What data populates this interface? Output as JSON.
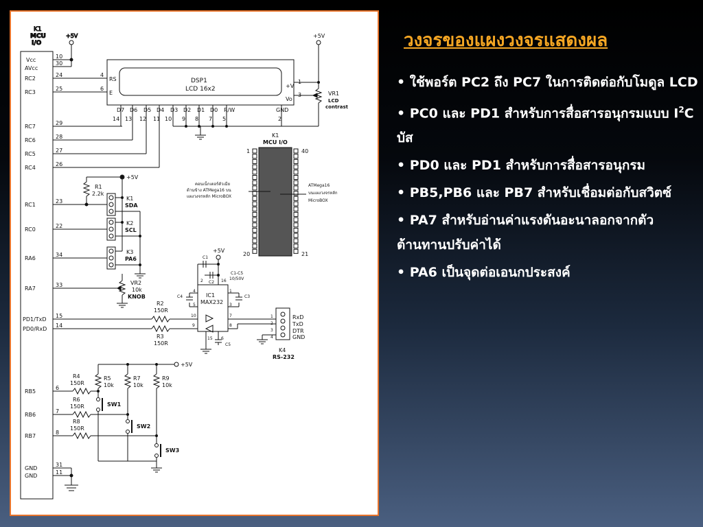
{
  "slide": {
    "title": "วงจรของแผงวงจรแสดงผล",
    "bullets": [
      {
        "text": "• ใช้พอร์ต PC2 ถึง PC7 ในการติดต่อกับโมดูล LCD"
      },
      {
        "pre": "• PC0 และ PD1 สำหรับการสื่อสารอนุกรมแบบ I",
        "sup": "2",
        "post": "C บัส"
      },
      {
        "text": "• PD0 และ PD1 สำหรับการสื่อสารอนุกรม"
      },
      {
        "text": "• PB5,PB6 และ PB7 สำหรับเชื่อมต่อกับสวิตซ์"
      },
      {
        "text": "• PA7 สำหรับอ่านค่าแรงดันอะนาลอกจากตัวต้านทานปรับค่าได้"
      },
      {
        "text": "• PA6 เป็นจุดต่อเอนกประสงค์"
      }
    ]
  },
  "schematic": {
    "mcu": {
      "ref": "K1",
      "name1": "MCU",
      "name2": "I/O"
    },
    "vcc_labels": [
      "+5V",
      "+5V",
      "+5V",
      "+5V",
      "+5V"
    ],
    "mcu_pins": [
      {
        "name": "Vcc",
        "num": "10"
      },
      {
        "name": "AVcc",
        "num": "30"
      },
      {
        "name": "RC2",
        "num": "24"
      },
      {
        "name": "RC3",
        "num": "25"
      },
      {
        "name": "RC7",
        "num": "29"
      },
      {
        "name": "RC6",
        "num": "28"
      },
      {
        "name": "RC5",
        "num": "27"
      },
      {
        "name": "RC4",
        "num": "26"
      },
      {
        "name": "RC1",
        "num": "23"
      },
      {
        "name": "RC0",
        "num": "22"
      },
      {
        "name": "RA6",
        "num": "34"
      },
      {
        "name": "RA7",
        "num": "33"
      },
      {
        "name": "PD1/TxD",
        "num": "15"
      },
      {
        "name": "PD0/RxD",
        "num": "14"
      },
      {
        "name": "RB5",
        "num": "6"
      },
      {
        "name": "RB6",
        "num": "7"
      },
      {
        "name": "RB7",
        "num": "8"
      },
      {
        "name": "GND",
        "num": "31"
      },
      {
        "name": "GND",
        "num": "11"
      }
    ],
    "lcd": {
      "ref": "DSP1",
      "name": "LCD 16x2",
      "left_pins": [
        {
          "name": "RS",
          "num": "4"
        },
        {
          "name": "E",
          "num": "6"
        }
      ],
      "right_pins": [
        {
          "name": "+V",
          "num": "1"
        },
        {
          "name": "Vo",
          "num": "3"
        }
      ],
      "bottom_pins": [
        {
          "name": "D7",
          "num": "14"
        },
        {
          "name": "D6",
          "num": "13"
        },
        {
          "name": "D5",
          "num": "12"
        },
        {
          "name": "D4",
          "num": "11"
        },
        {
          "name": "D3",
          "num": "10"
        },
        {
          "name": "D2",
          "num": "9"
        },
        {
          "name": "D1",
          "num": "8"
        },
        {
          "name": "D0",
          "num": "7"
        },
        {
          "name": "R/W",
          "num": "5"
        },
        {
          "name": "GND",
          "num": "2"
        }
      ]
    },
    "vr1": {
      "ref": "VR1",
      "l1": "LCD",
      "l2": "contrast"
    },
    "k1_chip": {
      "ref": "K1",
      "name": "MCU I/O",
      "pin_tl": "1",
      "pin_tr": "40",
      "pin_bl": "20",
      "pin_br": "21",
      "note_left": [
        "คอนเน็กเตอร์ตัวเมีย",
        "ด้านข้าง ATMega16 บน",
        "แผงวงจรหลัก MicroBOX"
      ],
      "note_right": [
        "ATMega16",
        "บนแผงวงจรหลัก",
        "MicroBOX"
      ]
    },
    "r1": {
      "ref": "R1",
      "value": "2.2k"
    },
    "k1_sda": {
      "ref": "K1",
      "label": "SDA"
    },
    "k2_scl": {
      "ref": "K2",
      "label": "SCL"
    },
    "k3_pa6": {
      "ref": "K3",
      "label": "PA6"
    },
    "vr2": {
      "ref": "VR2",
      "value": "10k",
      "label": "KNOB"
    },
    "caps": {
      "c1": "C1",
      "c2": "C2",
      "c3": "C3",
      "c4": "C4",
      "c5": "C5",
      "note1": "C1-C5",
      "note2": "10/50V"
    },
    "ic1": {
      "ref": "IC1",
      "name": "MAX232",
      "pins": {
        "p2": "2",
        "p16": "16",
        "p4": "4",
        "p5": "5",
        "p1": "1",
        "p3": "3",
        "p10": "10",
        "p9": "9",
        "p7": "7",
        "p8": "8",
        "p15": "15",
        "p6": "6"
      }
    },
    "r2": {
      "ref": "R2",
      "value": "150R"
    },
    "r3": {
      "ref": "R3",
      "value": "150R"
    },
    "k4": {
      "ref": "K4",
      "label": "RS-232",
      "pins": [
        "1",
        "2",
        "3",
        "4"
      ],
      "names": [
        "RxD",
        "TxD",
        "DTR",
        "GND"
      ]
    },
    "r4": {
      "ref": "R4",
      "value": "150R"
    },
    "r5": {
      "ref": "R5",
      "value": "10k"
    },
    "r6": {
      "ref": "R6",
      "value": "150R"
    },
    "r7": {
      "ref": "R7",
      "value": "10k"
    },
    "r8": {
      "ref": "R8",
      "value": "150R"
    },
    "r9": {
      "ref": "R9",
      "value": "10k"
    },
    "sw": [
      "SW1",
      "SW2",
      "SW3"
    ]
  }
}
